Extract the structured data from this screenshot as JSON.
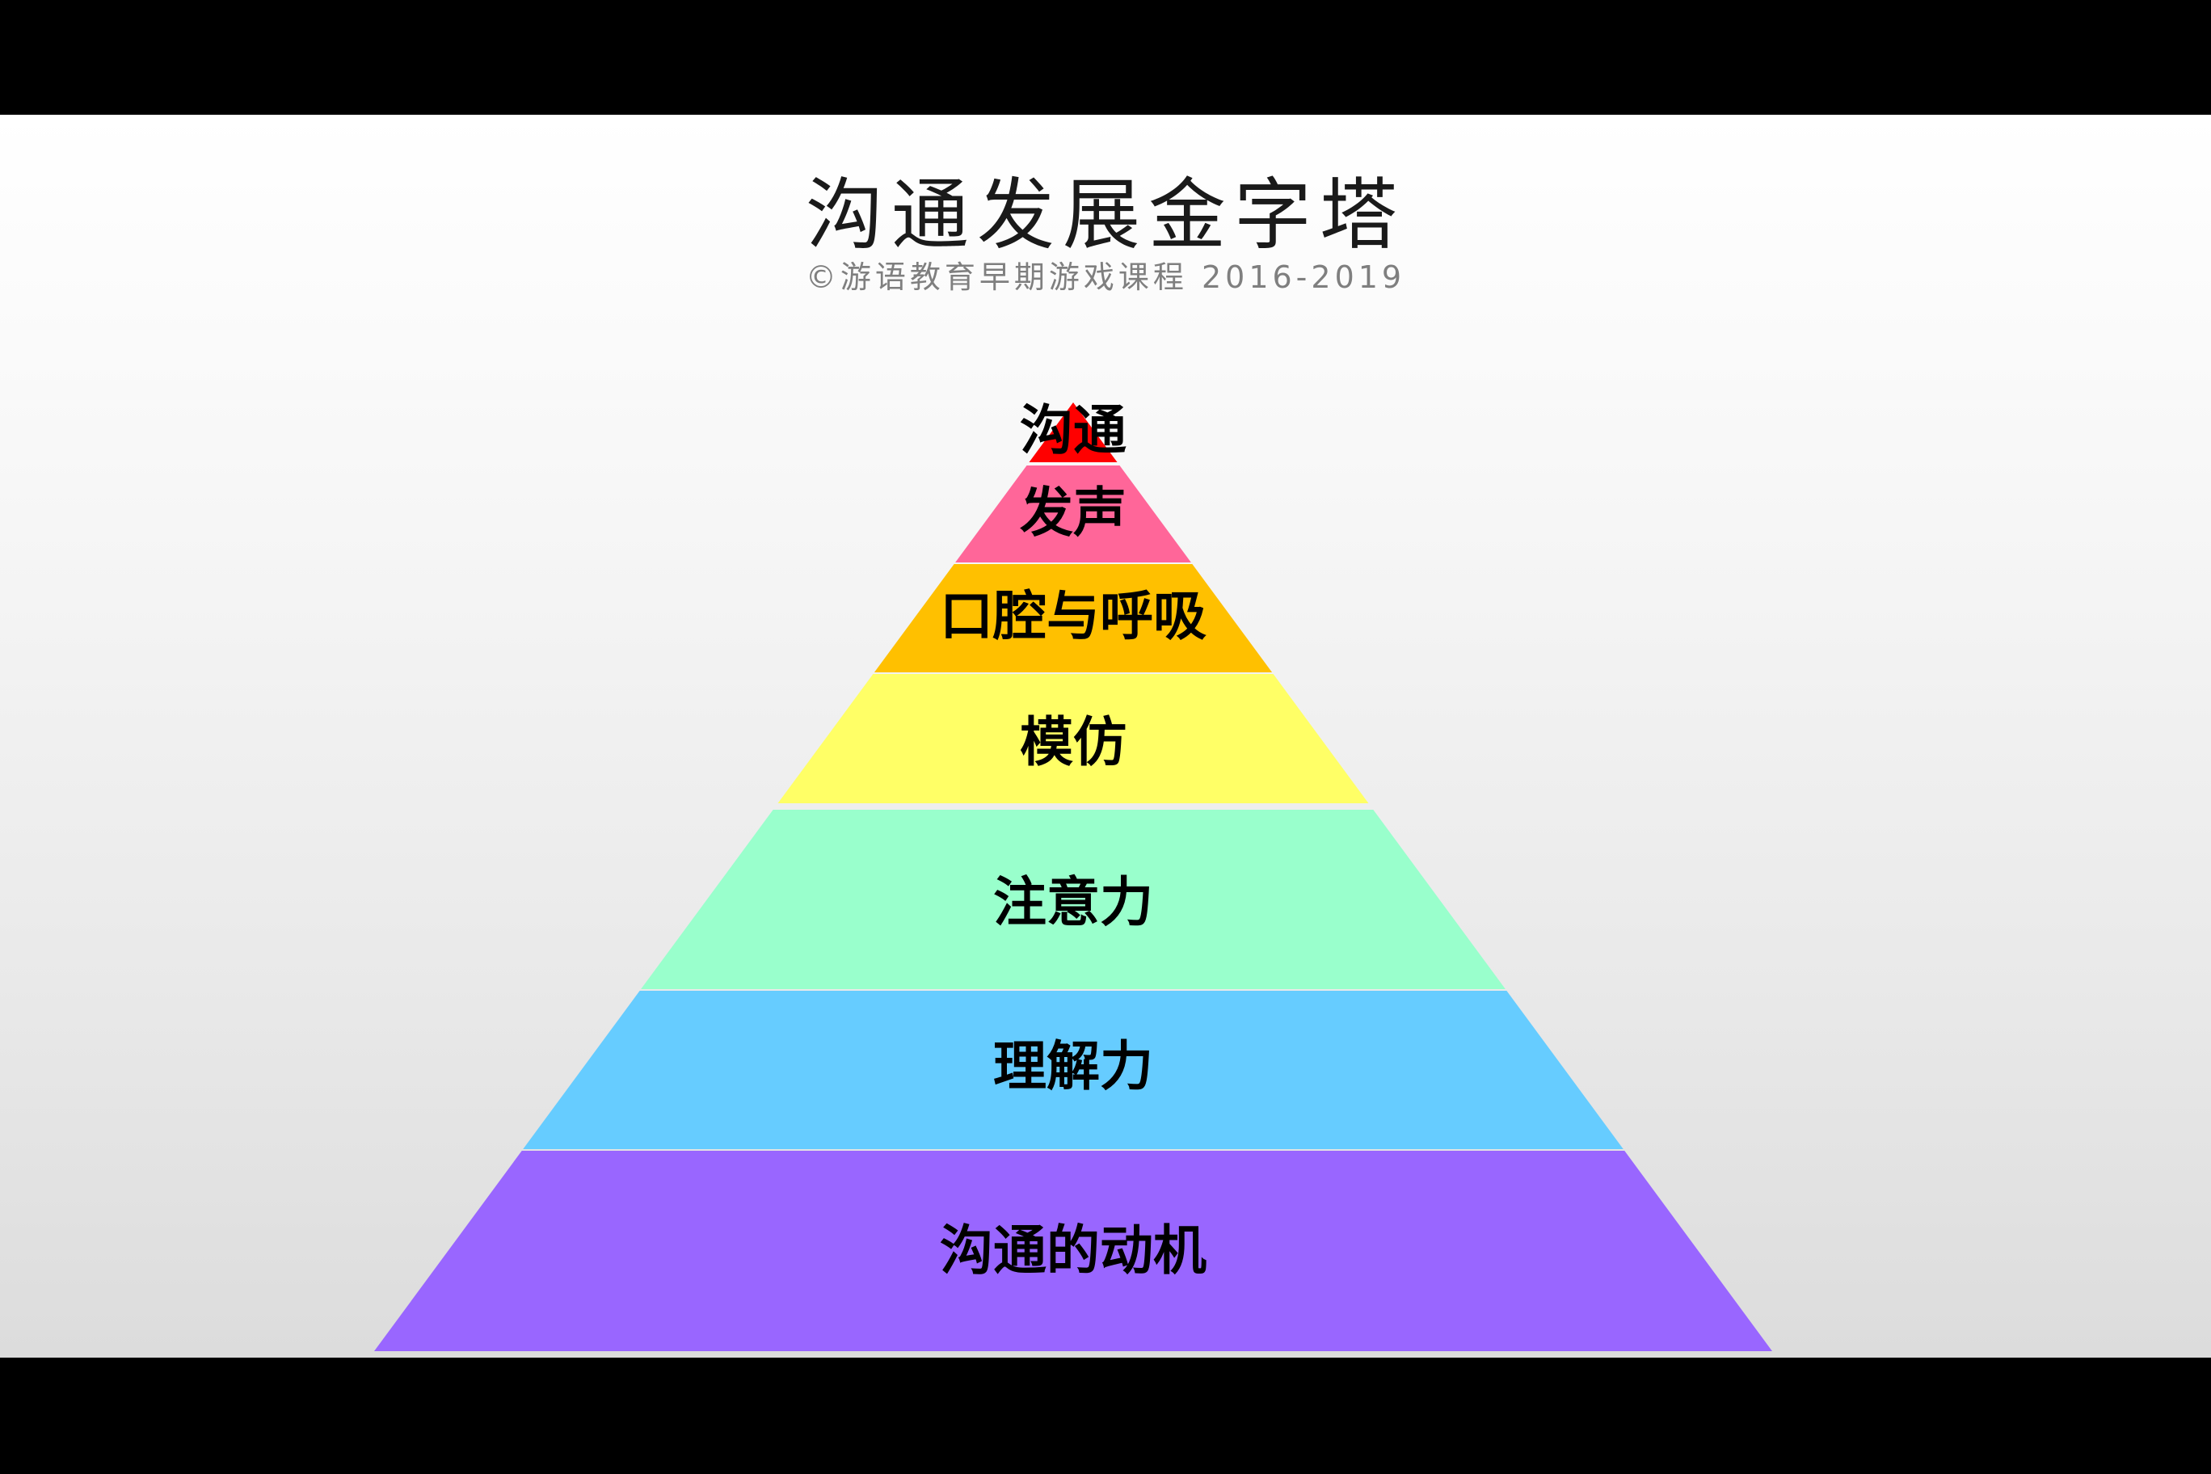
{
  "slide": {
    "title": "沟通发展金字塔",
    "subtitle": "©游语教育早期游戏课程 2016-2019"
  },
  "pyramid": {
    "layers": [
      {
        "label": "沟通",
        "color": "#ff0000"
      },
      {
        "label": "发声",
        "color": "#ff6699"
      },
      {
        "label": "口腔与呼吸",
        "color": "#ffc000"
      },
      {
        "label": "模仿",
        "color": "#ffff66"
      },
      {
        "label": "注意力",
        "color": "#99ffcc"
      },
      {
        "label": "理解力",
        "color": "#66ccff"
      },
      {
        "label": "沟通的动机",
        "color": "#9966ff"
      }
    ]
  }
}
